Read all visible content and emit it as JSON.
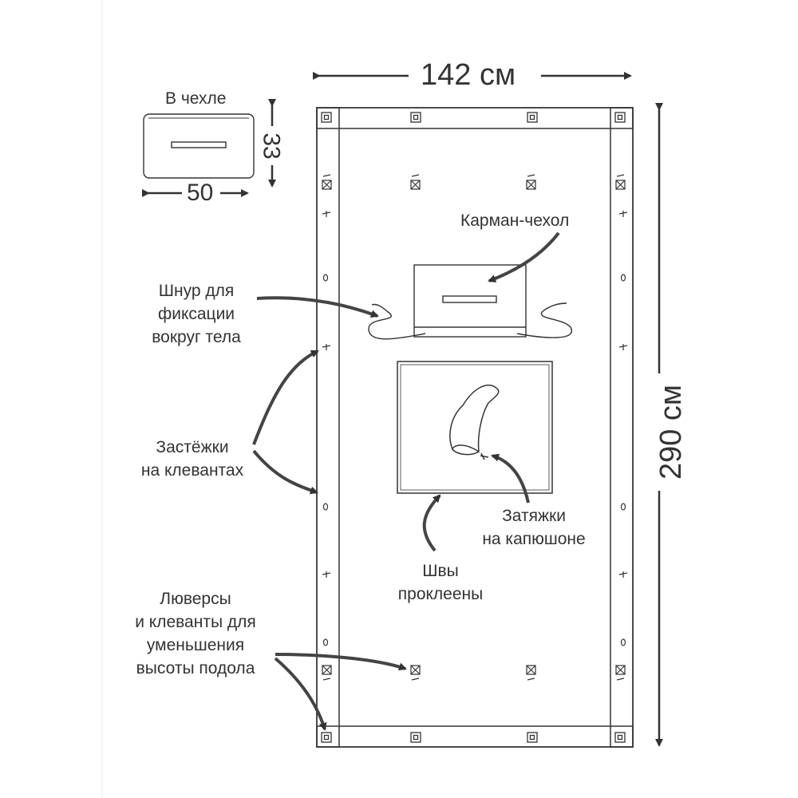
{
  "dimensions": {
    "width": "142 см",
    "height": "290 см"
  },
  "packed": {
    "title": "В чехле",
    "width": "50",
    "height": "33"
  },
  "labels": {
    "pocket": "Карман-чехол",
    "cord": [
      "Шнур для",
      "фиксации",
      "вокруг тела"
    ],
    "fasteners": [
      "Застёжки",
      "на клевантах"
    ],
    "hood_ties": [
      "Затяжки",
      "на капюшоне"
    ],
    "seams": [
      "Швы",
      "проклеены"
    ],
    "grommets": [
      "Люверсы",
      "и клеванты для",
      "уменьшения",
      "высоты подола"
    ]
  },
  "colors": {
    "line": "#333333",
    "panel_fill": "#ffffff"
  }
}
